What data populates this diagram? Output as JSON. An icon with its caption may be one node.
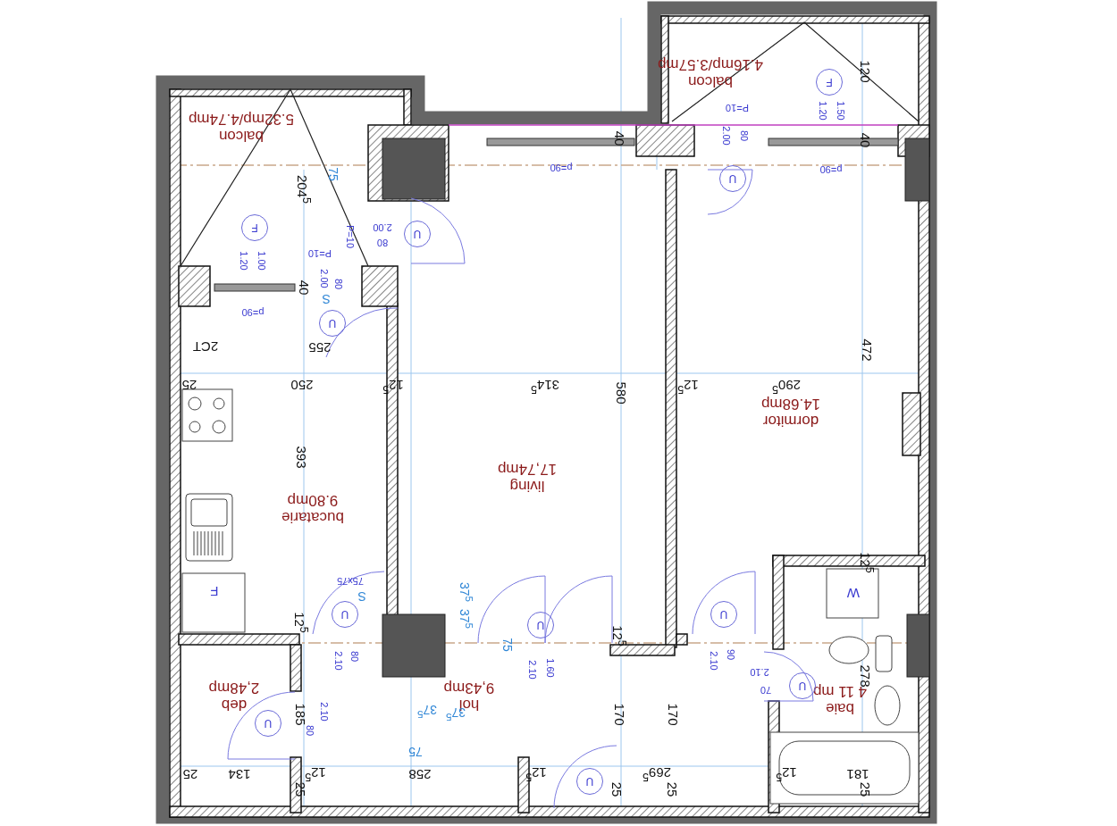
{
  "diagram": {
    "nodes": [
      {
        "text": [
          "balcon",
          "5.32mp/4.74mp"
        ]
      },
      {
        "text": [
          "balcon",
          "4.16mp/3.57mp"
        ]
      },
      {
        "text": [
          "living",
          "17,74mp"
        ]
      },
      {
        "text": [
          "dormitor",
          "14.68mp"
        ]
      },
      {
        "text": [
          "bucatarie",
          "9.80mp"
        ]
      },
      {
        "text": [
          "hol",
          "9,43mp"
        ]
      },
      {
        "text": [
          "deb",
          "2,48mp"
        ]
      },
      {
        "text": [
          "baie",
          "4 11 mp"
        ]
      }
    ],
    "labels": [
      "120",
      "F",
      "1.20",
      "1.50",
      "P=10",
      "2.00",
      "80",
      "40",
      "40",
      "p=90",
      "p=90",
      "U",
      "75",
      "204$^{5}$",
      "F",
      "2.00",
      "80",
      "P=10",
      "U",
      "1.20",
      "1.00",
      "P=10",
      "40",
      "2.00",
      "80",
      "S",
      "p=90",
      "U",
      "2CT",
      "255",
      "25",
      "250",
      "12$^{5}$",
      "314$^{5}$",
      "580",
      "12$^{5}$",
      "290$^{5}$",
      "472",
      "393",
      "12$^{5}$",
      "75x75",
      "S",
      "F",
      "W",
      "37$^{5}$",
      "37$^{5}$",
      "U",
      "U",
      "U",
      "12$^{5}$",
      "75",
      "12$^{5}$",
      "2.10",
      "80",
      "2.10",
      "1.60",
      "2.10",
      "90",
      "2.10",
      "278",
      "70",
      "U",
      "37$^{5}$",
      "37$^{5}$",
      "185",
      "2.10",
      "80",
      "U",
      "170",
      "170",
      "75",
      "25",
      "134",
      "12$^{5}$",
      "258",
      "12$^{5}$",
      "269$^{5}$",
      "12$^{5}$",
      "181",
      "25",
      "25",
      "25",
      "25",
      "U"
    ]
  }
}
